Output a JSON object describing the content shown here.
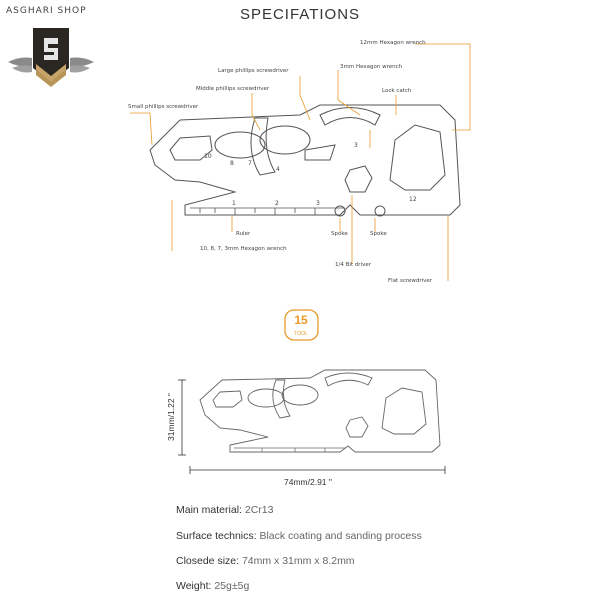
{
  "shop": "ASGHARI SHOP",
  "title": "SPECIFATIONS",
  "labels": {
    "hex12": "12mm Hexagon wrench",
    "large_phillips": "Large phillips screwdriver",
    "hex3": "3mm Hexagon wrench",
    "middle_phillips": "Middle phillips screwdriver",
    "lock_catch": "Lock catch",
    "small_phillips": "Small phillips screwdriver",
    "ruler": "Ruler",
    "spoke1": "Spoke",
    "spoke2": "Spoke",
    "hex_multi": "10, 8, 7, 3mm Hexagon wrench",
    "bit_driver": "1/4 Bit driver",
    "flat": "Flat screwdriver"
  },
  "tool_numbers": {
    "n10": "10",
    "n8": "8",
    "n7": "7",
    "n4": "4",
    "n3": "3",
    "n12": "12",
    "r1": "1",
    "r2": "2",
    "r3": "3"
  },
  "badge": {
    "number": "15",
    "text": "TOOL"
  },
  "dimensions": {
    "height": "31mm/1.22 \"",
    "width": "74mm/2.91 \""
  },
  "specs": [
    {
      "key": "Main material:",
      "value": "2Cr13"
    },
    {
      "key": "Surface technics:",
      "value": "Black coating and sanding process"
    },
    {
      "key": "Closede size:",
      "value": "74mm x 31mm x 8.2mm"
    },
    {
      "key": "Weight:",
      "value": "25g±5g"
    }
  ],
  "colors": {
    "accent": "#e89a2a",
    "line": "#666666",
    "text": "#333333"
  }
}
